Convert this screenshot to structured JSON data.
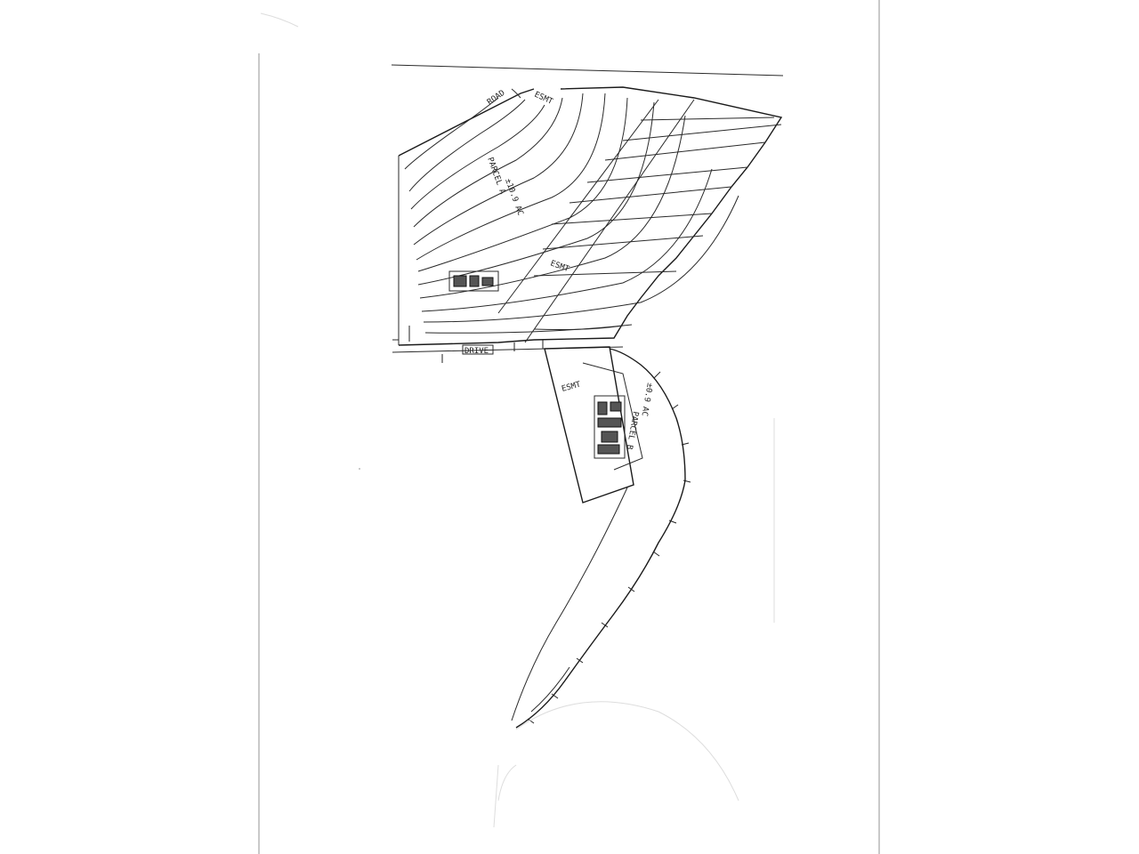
{
  "document": {
    "kind": "scanned site plan",
    "orientation": "rotated 90°"
  },
  "labels": {
    "parcel_a": "PARCEL A",
    "parcel_a_area": "±10.9 AC",
    "parcel_b": "PARCEL B",
    "parcel_b_area": "±0.9 AC",
    "road": "ROAD",
    "drive": "DRIVE",
    "easement_1": "ESMT",
    "easement_2": "ESMT",
    "easement_3": "ESMT"
  },
  "colors": {
    "paper": "#ffffff",
    "ink": "#2a2a2a",
    "scan_edge": "#c9c9c9"
  }
}
